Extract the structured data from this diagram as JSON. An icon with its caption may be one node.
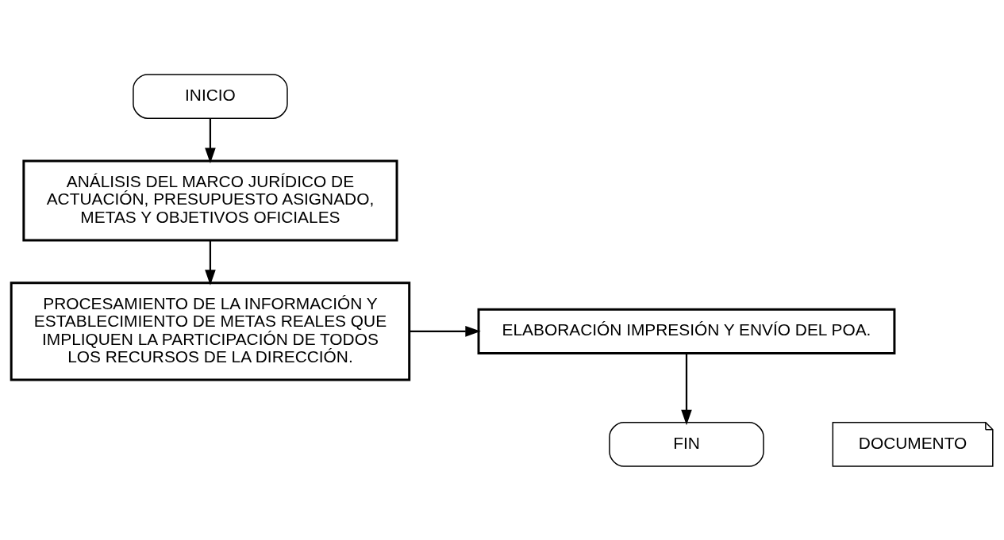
{
  "diagram": {
    "nodes": [
      {
        "text": [
          "INICIO"
        ]
      },
      {
        "text": [
          "ANÁLISIS DEL MARCO JURÍDICO DE ACTUACIÓN, PRESUPUESTO ASIGNADO, METAS Y OBJETIVOS OFICIALES"
        ]
      },
      {
        "text": [
          "PROCESAMIENTO DE LA INFORMACIÓN Y ESTABLECIMIENTO DE METAS REALES QUE IMPLIQUEN LA PARTICIPACIÓN DE TODOS LOS RECURSOS DE LA DIRECCIÓN."
        ]
      },
      {
        "text": [
          "ELABORACIÓN IMPRESIÓN Y ENVÍO DEL POA."
        ]
      },
      {
        "text": [
          "DOCUMENTO"
        ]
      },
      {
        "text": [
          "FIN"
        ]
      }
    ],
    "edges": [
      {
        "from": 0,
        "to": 1,
        "arrow": "to"
      },
      {
        "from": 1,
        "to": 2,
        "arrow": "to"
      },
      {
        "from": 2,
        "to": 3,
        "arrow": "to"
      },
      {
        "from": 3,
        "to": 5,
        "arrow": "to"
      }
    ]
  }
}
